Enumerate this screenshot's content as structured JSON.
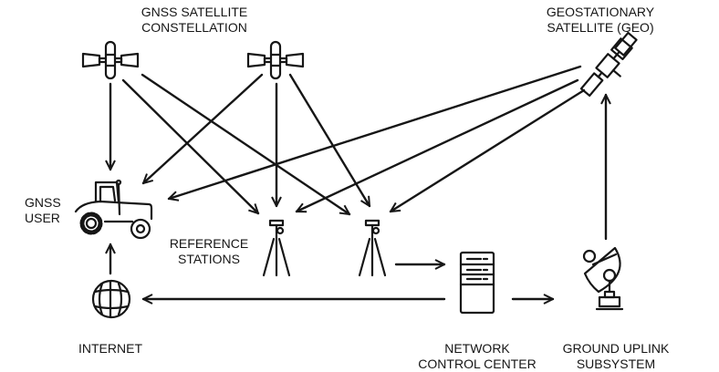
{
  "labels": {
    "gnss_constellation": [
      "GNSS SATELLITE",
      "CONSTELLATION"
    ],
    "geo_satellite": [
      "GEOSTATIONARY",
      "SATELLITE (GEO)"
    ],
    "gnss_user": [
      "GNSS",
      "USER"
    ],
    "reference_stations": [
      "REFERENCE",
      "STATIONS"
    ],
    "internet": [
      "INTERNET"
    ],
    "network_control_center": [
      "NETWORK",
      "CONTROL CENTER"
    ],
    "ground_uplink": [
      "GROUND UPLINK",
      "SUBSYSTEM"
    ]
  },
  "icons": {
    "satellite": "satellite-icon",
    "geo_satellite": "geostationary-satellite-icon",
    "tractor": "tractor-icon",
    "tripod": "tripod-antenna-icon",
    "server": "server-icon",
    "globe": "globe-icon",
    "dish": "satellite-dish-icon"
  },
  "colors": {
    "stroke": "#161616",
    "background": "#ffffff"
  }
}
